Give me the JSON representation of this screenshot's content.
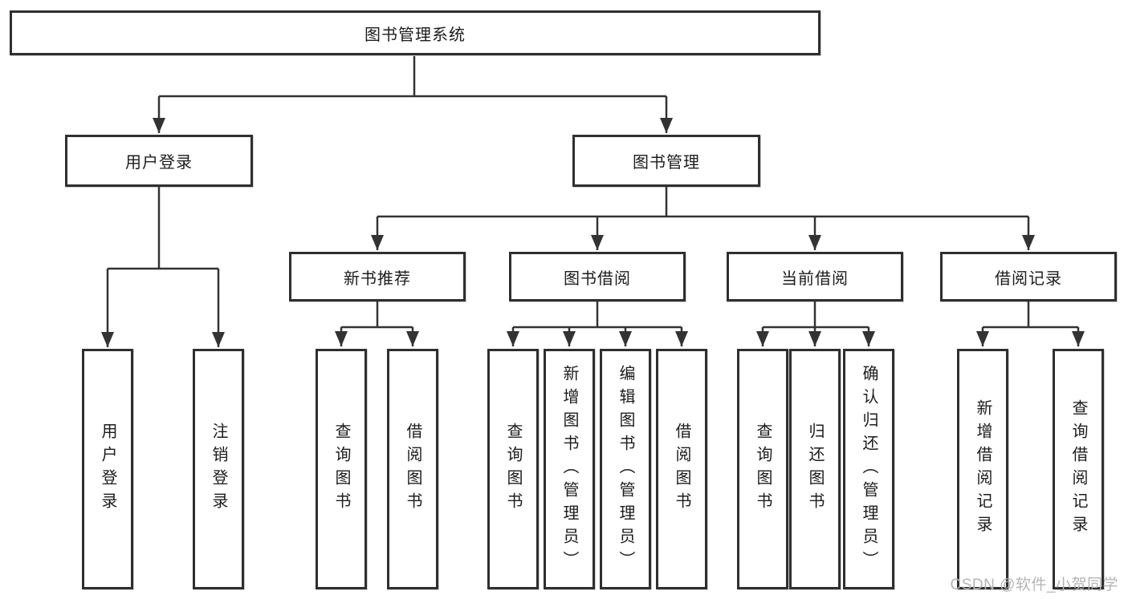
{
  "colors": {
    "line": "#333333",
    "box_border": "#2f2f2f",
    "text": "#1c1c1c",
    "watermark": "#b5b5b5",
    "background": "#ffffff"
  },
  "tree": {
    "label": "图书管理系统",
    "children": [
      {
        "label": "用户登录",
        "children": [
          {
            "label": "用户登录"
          },
          {
            "label": "注销登录"
          }
        ]
      },
      {
        "label": "图书管理",
        "children": [
          {
            "label": "新书推荐",
            "children": [
              {
                "label": "查询图书"
              },
              {
                "label": "借阅图书"
              }
            ]
          },
          {
            "label": "图书借阅",
            "children": [
              {
                "label": "查询图书"
              },
              {
                "label": "新增图书（管理员）"
              },
              {
                "label": "编辑图书（管理员）"
              },
              {
                "label": "借阅图书"
              }
            ]
          },
          {
            "label": "当前借阅",
            "children": [
              {
                "label": "查询图书"
              },
              {
                "label": "归还图书"
              },
              {
                "label": "确认归还（管理员）"
              }
            ]
          },
          {
            "label": "借阅记录",
            "children": [
              {
                "label": "新增借阅记录"
              },
              {
                "label": "查询借阅记录"
              }
            ]
          }
        ]
      }
    ]
  },
  "watermark": {
    "text": "CSDN @软件_小贺同学"
  }
}
